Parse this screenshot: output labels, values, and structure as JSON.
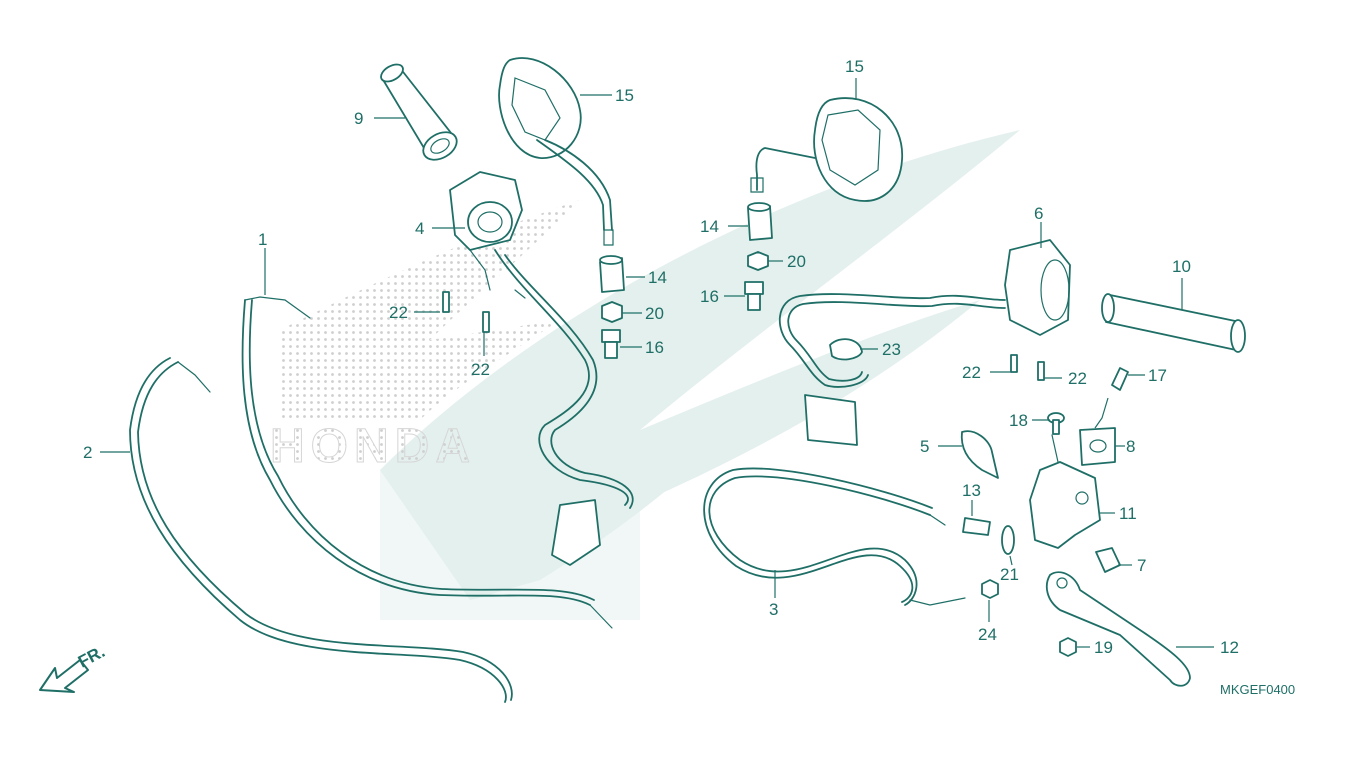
{
  "diagram": {
    "reference_code": "MKGEF0400",
    "direction_label": "FR.",
    "watermark_text": "HONDA",
    "colors": {
      "line": "#1f6f67",
      "watermark": "#e4f0ee",
      "background": "#ffffff"
    },
    "callouts": {
      "c1": "1",
      "c2": "2",
      "c3": "3",
      "c4": "4",
      "c5": "5",
      "c6": "6",
      "c7": "7",
      "c8": "8",
      "c9": "9",
      "c10": "10",
      "c11": "11",
      "c12": "12",
      "c13": "13",
      "c14a": "14",
      "c14b": "14",
      "c15a": "15",
      "c15b": "15",
      "c16a": "16",
      "c16b": "16",
      "c17": "17",
      "c18": "18",
      "c19": "19",
      "c20a": "20",
      "c20b": "20",
      "c21": "21",
      "c22a": "22",
      "c22b": "22",
      "c22c": "22",
      "c22d": "22",
      "c23": "23",
      "c24": "24"
    }
  }
}
